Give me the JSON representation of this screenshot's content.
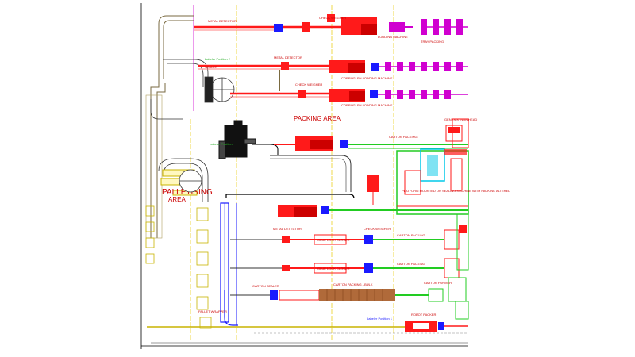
{
  "areas": {
    "packing": "PACKING AREA",
    "palletising_line1": "PALLETISING",
    "palletising_line2": "AREA"
  },
  "labeler_positions": {
    "top": "Labeler Position 2",
    "bottom": "Labeler Position 1",
    "mid": "Labeler Position"
  },
  "machines": {
    "lodding_top": "LODDING MACHINE",
    "lodding_row2": "CORRUG. PH LODDING MACHINE",
    "lodding_row3": "CORRUG. PH LODDING MACHINE",
    "glue_closer_1": "GLUE LOCK CLOSER",
    "glue_closer_2": "GLUE LOCK CLOSER",
    "carton_packing_1": "CARTON PACKING",
    "carton_packing_2": "CARTON PACKING",
    "carton_packing_3": "CARTON PACKING",
    "carton_packing_4": "CARTON PACKING - BULK",
    "platform": "PLATFORM MOUNTED ON SEALING MACHINE WITH PACKING ALTERED",
    "tray_packing": "TRAY PACKING"
  },
  "small_labels": {
    "metal_detector": "METAL DETECTOR",
    "check_weigher": "CHECK WEIGHER",
    "carton_sealer": "CARTON SEALER",
    "carton_former": "CARTON FORMER",
    "pallet_wrapper": "PALLET WRAPPER",
    "robot_packer": "ROBOT PACKER",
    "genesis_twin": "GENESIS TWIN HEAD",
    "sealer": "SEALER"
  },
  "colors": {
    "red": "#ff1a1a",
    "magenta": "#d000d0",
    "green": "#22cc22",
    "blue": "#1a1aff",
    "yellow": "#e8c800",
    "cyan": "#00c8e8",
    "brown": "#a0522d",
    "black": "#000000"
  }
}
